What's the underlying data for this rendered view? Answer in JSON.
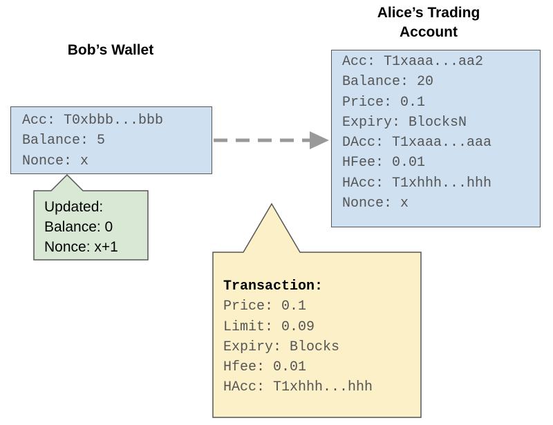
{
  "bob_wallet": {
    "title": "Bob’s Wallet",
    "lines": [
      "Acc: T0xbbb...bbb",
      "Balance: 5",
      "Nonce: x"
    ]
  },
  "alice_account": {
    "title": "Alice’s Trading\nAccount",
    "lines": [
      "Acc: T1xaaa...aa2",
      "Balance: 20",
      "Price: 0.1",
      "Expiry: BlocksN",
      "DAcc: T1xaaa...aaa",
      "HFee: 0.01",
      "HAcc: T1xhhh...hhh",
      "Nonce: x"
    ]
  },
  "updated_note": {
    "lines": [
      "Updated:",
      "Balance: 0",
      "Nonce: x+1"
    ]
  },
  "transaction": {
    "heading": "Transaction:",
    "lines": [
      "Price: 0.1",
      "Limit: 0.09",
      "Expiry: Blocks",
      "Hfee: 0.01",
      "HAcc: T1xhhh...hhh"
    ]
  },
  "colors": {
    "wallet_fill": "#cfe0f1",
    "updated_fill": "#d9e8d4",
    "transaction_fill": "#fbf0c8",
    "border": "#555555",
    "arrow": "#999999"
  }
}
